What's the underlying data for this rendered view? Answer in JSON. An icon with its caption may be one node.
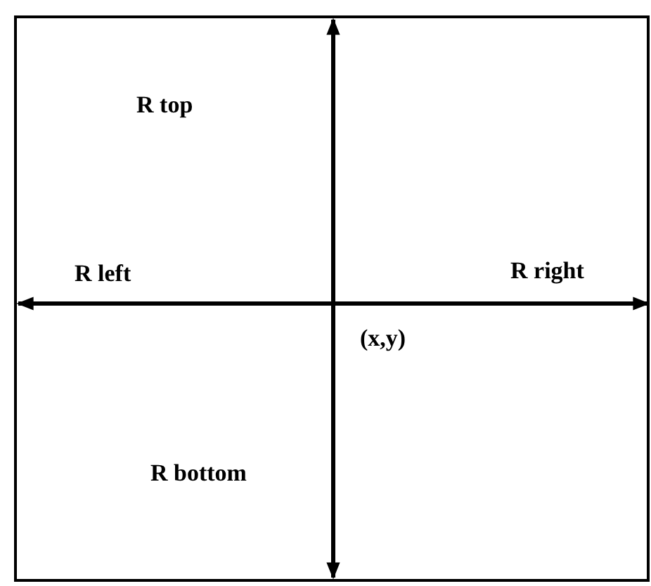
{
  "diagram": {
    "labels": [
      "R top",
      "R left",
      "R right",
      "(x,y)",
      "R bottom"
    ]
  }
}
